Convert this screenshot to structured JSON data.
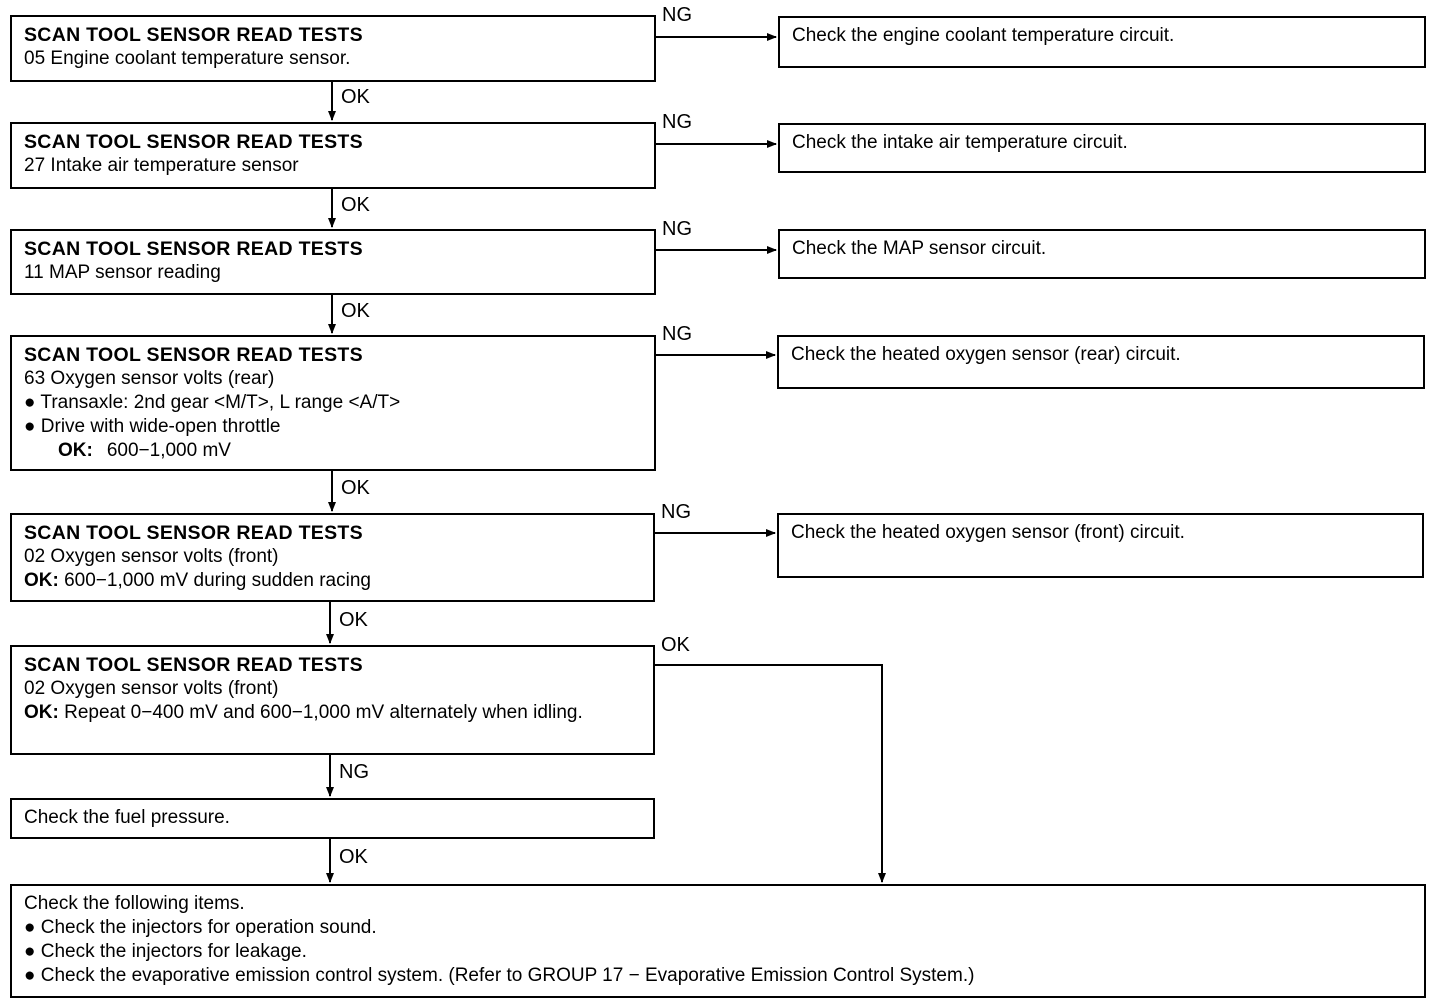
{
  "steps": [
    {
      "title": "SCAN TOOL SENSOR READ TESTS",
      "lines": [
        "05 Engine coolant temperature sensor."
      ],
      "ng_label": "NG",
      "ng_result": "Check the engine coolant temperature circuit.",
      "ok_label": "OK"
    },
    {
      "title": "SCAN TOOL SENSOR READ TESTS",
      "lines": [
        "27 Intake air temperature sensor"
      ],
      "ng_label": "NG",
      "ng_result": "Check the intake air temperature circuit.",
      "ok_label": "OK"
    },
    {
      "title": "SCAN TOOL SENSOR READ TESTS",
      "lines": [
        "11 MAP sensor reading"
      ],
      "ng_label": "NG",
      "ng_result": "Check the MAP sensor circuit.",
      "ok_label": "OK"
    },
    {
      "title": "SCAN TOOL SENSOR READ TESTS",
      "lines": [
        "63 Oxygen sensor volts (rear)"
      ],
      "bullets": [
        "Transaxle: 2nd gear <M/T>, L range <A/T>",
        "Drive with wide-open throttle"
      ],
      "ok_spec_label": "OK:",
      "ok_spec": "600−1,000 mV",
      "ng_label": "NG",
      "ng_result": "Check the heated oxygen sensor (rear) circuit.",
      "ok_label": "OK"
    },
    {
      "title": "SCAN TOOL SENSOR READ TESTS",
      "lines": [
        "02 Oxygen sensor volts (front)"
      ],
      "ok_spec_label": "OK:",
      "ok_spec": "600−1,000 mV during sudden racing",
      "ng_label": "NG",
      "ng_result": "Check the heated oxygen sensor (front) circuit.",
      "ok_label": "OK"
    },
    {
      "title": "SCAN TOOL SENSOR READ TESTS",
      "lines": [
        "02 Oxygen sensor volts (front)"
      ],
      "ok_spec_label": "OK:",
      "ok_spec": "Repeat 0−400 mV and 600−1,000 mV alternately when idling.",
      "ok_label": "OK",
      "ng_label": "NG"
    }
  ],
  "fuel_check": {
    "text": "Check the fuel pressure.",
    "ok_label": "OK"
  },
  "final": {
    "title": "Check the following items.",
    "bullets": [
      "Check the injectors for operation sound.",
      "Check the injectors for leakage.",
      "Check the evaporative emission control system. (Refer to GROUP 17 − Evaporative Emission Control System.)"
    ]
  },
  "bullet_glyph": "●"
}
